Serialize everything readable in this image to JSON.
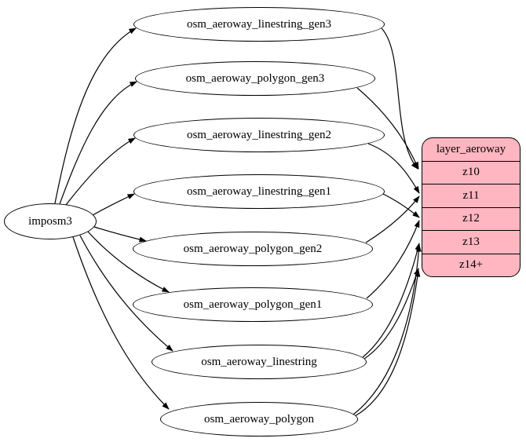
{
  "diagram": {
    "type": "etl-graph",
    "source": {
      "id": "imposm3",
      "label": "imposm3"
    },
    "tables": [
      {
        "id": "osm_aeroway_linestring_gen3",
        "label": "osm_aeroway_linestring_gen3"
      },
      {
        "id": "osm_aeroway_polygon_gen3",
        "label": "osm_aeroway_polygon_gen3"
      },
      {
        "id": "osm_aeroway_linestring_gen2",
        "label": "osm_aeroway_linestring_gen2"
      },
      {
        "id": "osm_aeroway_linestring_gen1",
        "label": "osm_aeroway_linestring_gen1"
      },
      {
        "id": "osm_aeroway_polygon_gen2",
        "label": "osm_aeroway_polygon_gen2"
      },
      {
        "id": "osm_aeroway_polygon_gen1",
        "label": "osm_aeroway_polygon_gen1"
      },
      {
        "id": "osm_aeroway_linestring",
        "label": "osm_aeroway_linestring"
      },
      {
        "id": "osm_aeroway_polygon",
        "label": "osm_aeroway_polygon"
      }
    ],
    "layer": {
      "id": "layer_aeroway",
      "title": "layer_aeroway",
      "zoom_rows": [
        "z10",
        "z11",
        "z12",
        "z13",
        "z14+"
      ]
    },
    "edges": {
      "from_source": [
        "osm_aeroway_linestring_gen3",
        "osm_aeroway_polygon_gen3",
        "osm_aeroway_linestring_gen2",
        "osm_aeroway_linestring_gen1",
        "osm_aeroway_polygon_gen2",
        "osm_aeroway_polygon_gen1",
        "osm_aeroway_linestring",
        "osm_aeroway_polygon"
      ],
      "to_layer": [
        {
          "from": "osm_aeroway_linestring_gen3",
          "to": "z10"
        },
        {
          "from": "osm_aeroway_polygon_gen3",
          "to": "z10"
        },
        {
          "from": "osm_aeroway_linestring_gen2",
          "to": "z11"
        },
        {
          "from": "osm_aeroway_polygon_gen2",
          "to": "z11"
        },
        {
          "from": "osm_aeroway_linestring_gen1",
          "to": "z12"
        },
        {
          "from": "osm_aeroway_polygon_gen1",
          "to": "z12"
        },
        {
          "from": "osm_aeroway_linestring",
          "to": "z13"
        },
        {
          "from": "osm_aeroway_linestring",
          "to": "z14+"
        },
        {
          "from": "osm_aeroway_polygon",
          "to": "z13"
        },
        {
          "from": "osm_aeroway_polygon",
          "to": "z14+"
        }
      ]
    },
    "colors": {
      "layer_fill": "#FFB6C1",
      "node_fill": "#FFFFFF",
      "stroke": "#000000"
    }
  }
}
